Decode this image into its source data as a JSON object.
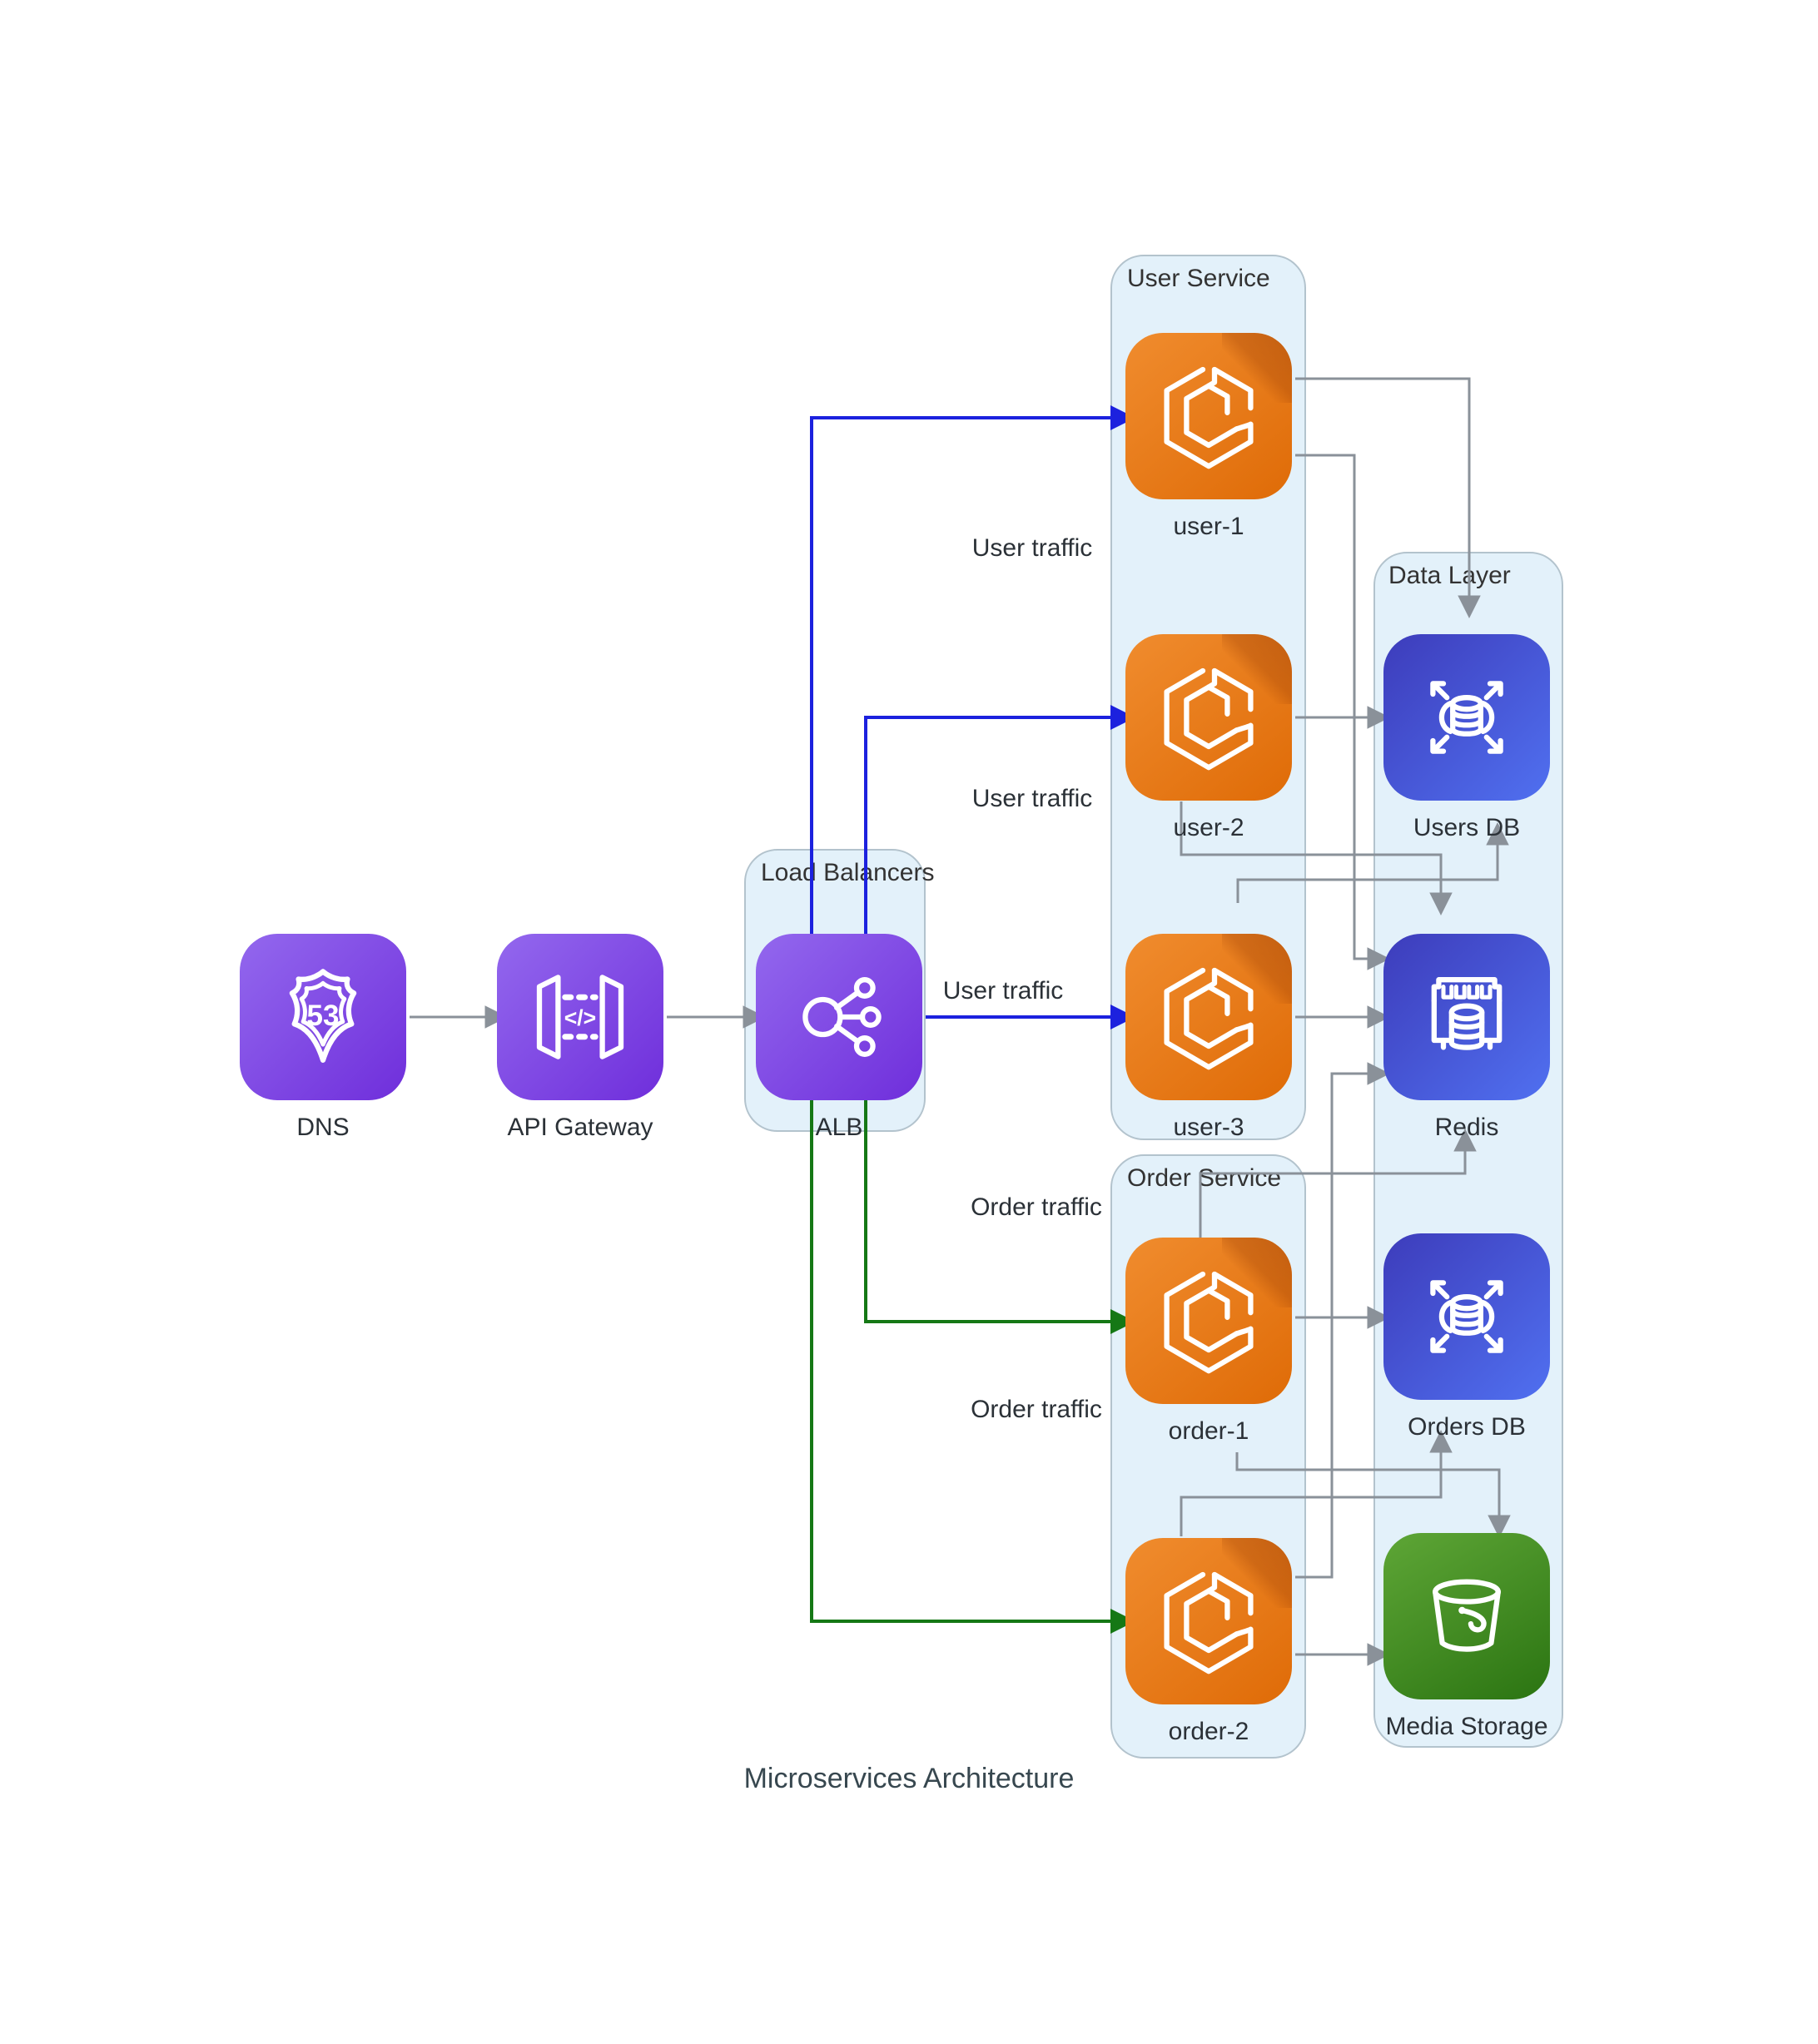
{
  "title": "Microservices Architecture",
  "groups": {
    "load_balancers": {
      "label": "Load Balancers"
    },
    "user_service": {
      "label": "User Service"
    },
    "order_service": {
      "label": "Order Service"
    },
    "data_layer": {
      "label": "Data Layer"
    }
  },
  "nodes": {
    "dns": {
      "label": "DNS",
      "icon": "route53-shield"
    },
    "api_gateway": {
      "label": "API Gateway",
      "icon": "api-gateway-panels"
    },
    "alb": {
      "label": "ALB",
      "icon": "load-balancer-spokes"
    },
    "user_1": {
      "label": "user-1",
      "icon": "ecs-container"
    },
    "user_2": {
      "label": "user-2",
      "icon": "ecs-container"
    },
    "user_3": {
      "label": "user-3",
      "icon": "ecs-container"
    },
    "order_1": {
      "label": "order-1",
      "icon": "ecs-container"
    },
    "order_2": {
      "label": "order-2",
      "icon": "ecs-container"
    },
    "users_db": {
      "label": "Users DB",
      "icon": "dynamodb"
    },
    "redis": {
      "label": "Redis",
      "icon": "elasticache-chip"
    },
    "orders_db": {
      "label": "Orders DB",
      "icon": "dynamodb"
    },
    "media": {
      "label": "Media Storage",
      "icon": "s3-bucket"
    }
  },
  "traffic_labels": [
    {
      "text": "User traffic"
    },
    {
      "text": "User traffic"
    },
    {
      "text": "User traffic"
    },
    {
      "text": "Order traffic"
    },
    {
      "text": "Order traffic"
    }
  ],
  "colors": {
    "purple_from": "#9368EE",
    "purple_to": "#6F2EDB",
    "orange_from": "#F08C2E",
    "orange_to": "#DF6B07",
    "blue_from": "#3D3CBB",
    "blue_to": "#5070F0",
    "green_from": "#5EA636",
    "green_to": "#2B7412",
    "line_gray": "#8A9199",
    "traffic_blue": "#1C21DE",
    "traffic_green": "#157815",
    "group_fill": "#E3F1FA",
    "group_border": "#B3C3CD",
    "label_color": "#2B3137",
    "title_color": "#37474F"
  }
}
